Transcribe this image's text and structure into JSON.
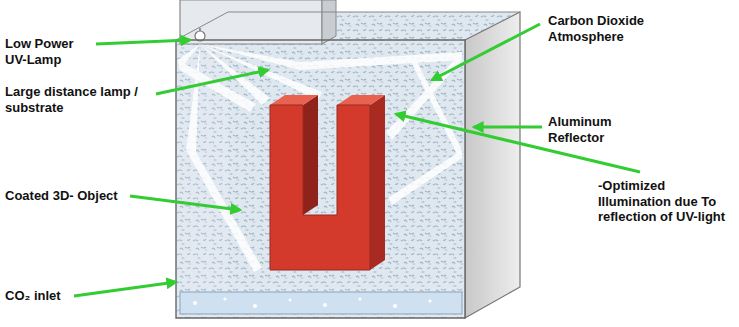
{
  "diagram": {
    "labels": [
      "Low Power UV-Lamp",
      "Large distance lamp / substrate",
      "Coated 3D- Object",
      "CO₂ inlet",
      "Carbon Dioxide Atmosphere",
      "Aluminum Reflector",
      "-Optimized Illumination due To reflection of UV-light"
    ]
  }
}
